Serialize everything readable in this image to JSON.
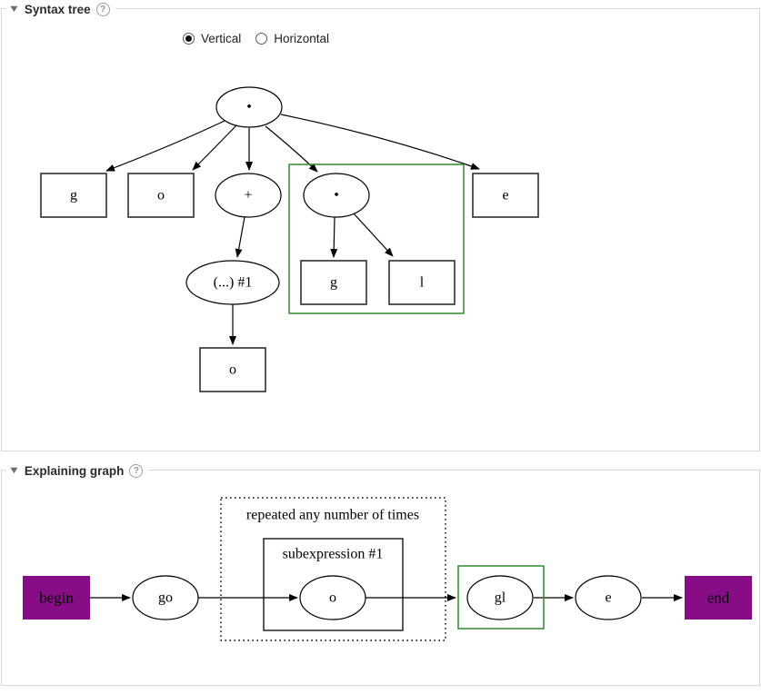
{
  "colors": {
    "terminal_fill": "#870d87",
    "selection_green": "#2e8b2e",
    "section_border": "#d9d9d9"
  },
  "syntax_tree": {
    "title": "Syntax tree",
    "help_icon": "?",
    "collapse_icon": "▼",
    "orientation": {
      "selected": "Vertical",
      "vertical_label": "Vertical",
      "horizontal_label": "Horizontal"
    },
    "nodes": {
      "root_concat": "•",
      "g1": "g",
      "o1": "o",
      "plus": "+",
      "inner_concat": "•",
      "e1": "e",
      "group1": "(...) #1",
      "g2": "g",
      "l1": "l",
      "o2": "o"
    }
  },
  "explaining_graph": {
    "title": "Explaining graph",
    "help_icon": "?",
    "collapse_icon": "▼",
    "labels": {
      "begin": "begin",
      "go": "go",
      "repeat_box": "repeated any number of times",
      "subexpression_box": "subexpression #1",
      "o": "o",
      "gl": "gl",
      "e": "e",
      "end": "end"
    }
  }
}
